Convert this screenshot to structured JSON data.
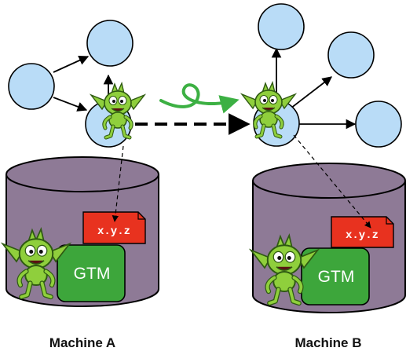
{
  "machines": [
    {
      "label": "Machine A",
      "file_label": "x.y.z",
      "gtm_label": "GTM"
    },
    {
      "label": "Machine B",
      "file_label": "x.y.z",
      "gtm_label": "GTM"
    }
  ],
  "colors": {
    "cylinder": "#8e7a96",
    "node": "#b9dcf7",
    "gtm_box": "#3da63b",
    "file": "#e8321f",
    "arrow": "#000000",
    "loop_arrow": "#3cb043",
    "goblin": "#8fcf3c"
  },
  "icons": [
    "goblin-mascot-icon",
    "file-icon",
    "loop-arrow-icon"
  ]
}
